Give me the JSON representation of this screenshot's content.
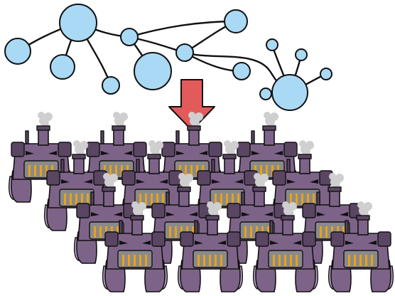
{
  "diagram": {
    "nodes": [
      {
        "id": "n1"
      },
      {
        "id": "n2"
      },
      {
        "id": "n3"
      },
      {
        "id": "n4"
      },
      {
        "id": "n5"
      },
      {
        "id": "n6"
      },
      {
        "id": "n7"
      },
      {
        "id": "n8"
      },
      {
        "id": "n9"
      },
      {
        "id": "n10"
      },
      {
        "id": "n11"
      },
      {
        "id": "n12"
      },
      {
        "id": "n13"
      },
      {
        "id": "n14"
      }
    ],
    "robot_count": 16
  },
  "colors": {
    "node_fill": "#a9d9f5",
    "edge": "#111111",
    "arrow": "#e25a5a",
    "robot_body": "#7e6389",
    "robot_dark": "#5a4563",
    "robot_light": "#b9a3c6",
    "grate": "#8a8a8a",
    "flame": "#e8a21a",
    "smoke": "#cfcfcf"
  }
}
